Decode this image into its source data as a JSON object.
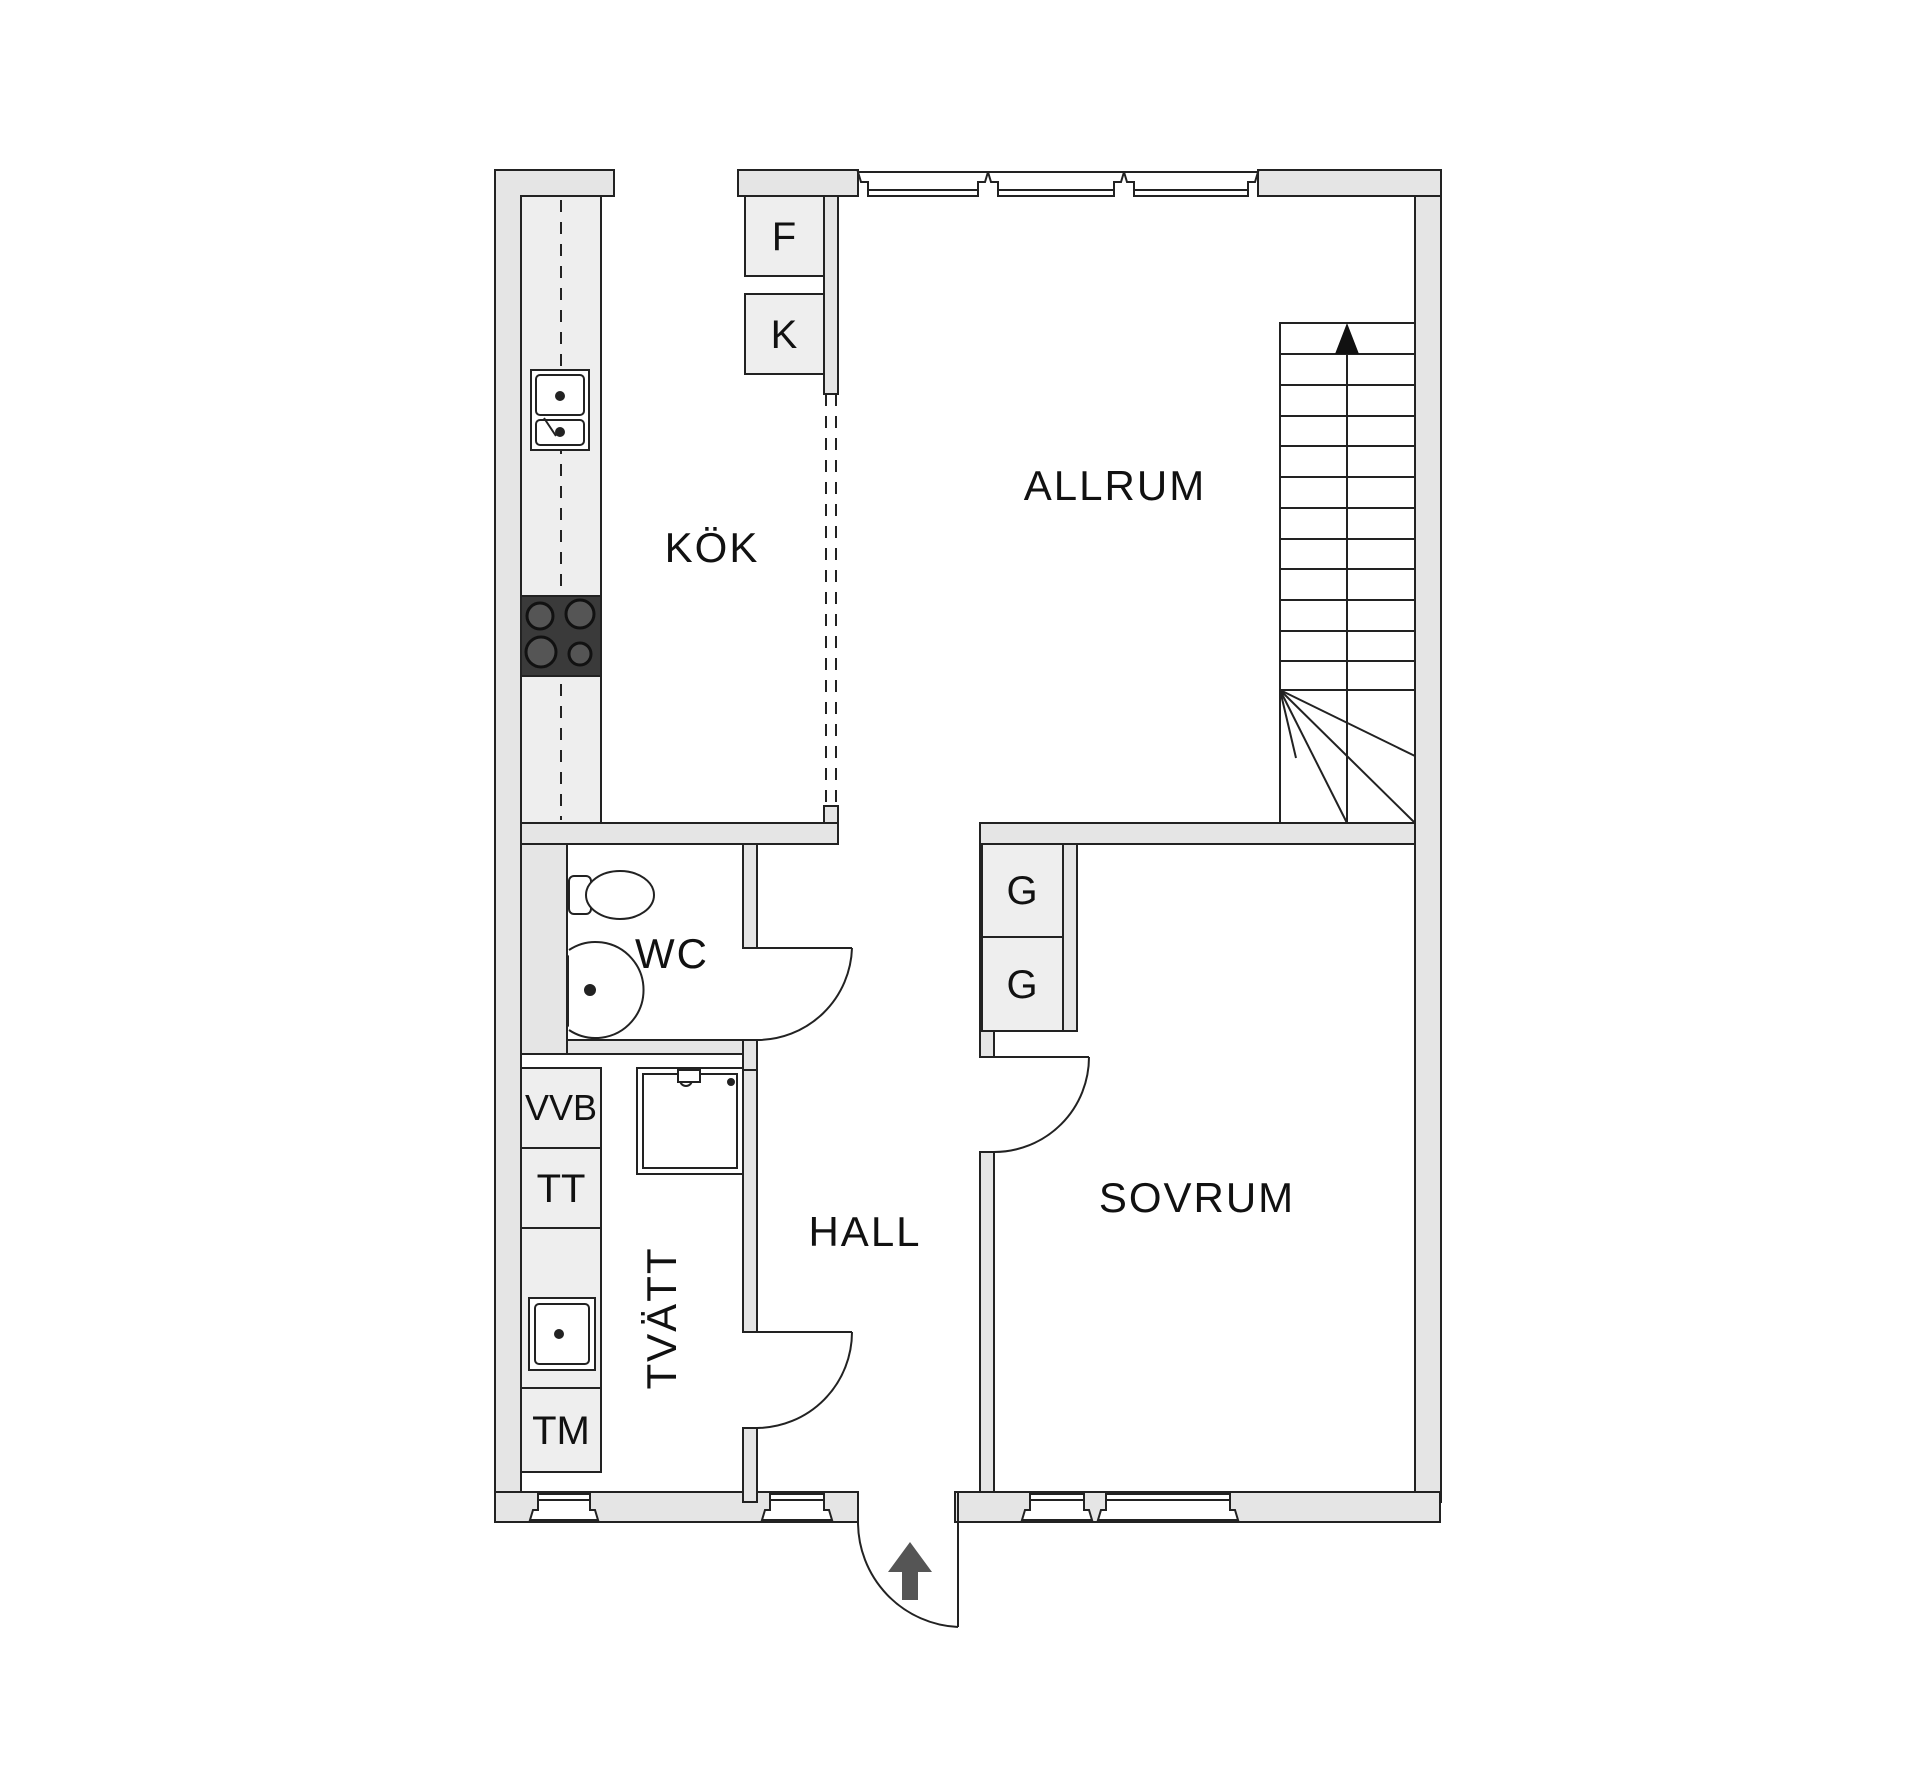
{
  "colors": {
    "wall_fill": "#e5e5e5",
    "wall_stroke": "#222222",
    "counter_fill": "#eeeeee",
    "stove_fill": "#3a3a3a",
    "arrow_fill": "#555555",
    "background": "#ffffff"
  },
  "rooms": {
    "kok": "KÖK",
    "allrum": "ALLRUM",
    "wc": "WC",
    "hall": "HALL",
    "sovrum": "SOVRUM",
    "tvatt": "TVÄTT"
  },
  "fixtures": {
    "fridge": "F",
    "freezer": "K",
    "wardrobe_top": "G",
    "wardrobe_bottom": "G",
    "water_heater": "VVB",
    "dryer": "TT",
    "washer": "TM"
  },
  "icons": [
    "sink-icon",
    "stove-icon",
    "toilet-icon",
    "washbasin-icon",
    "shower-icon",
    "stairs-icon",
    "entrance-arrow-icon",
    "window-icon",
    "door-swing-icon"
  ]
}
